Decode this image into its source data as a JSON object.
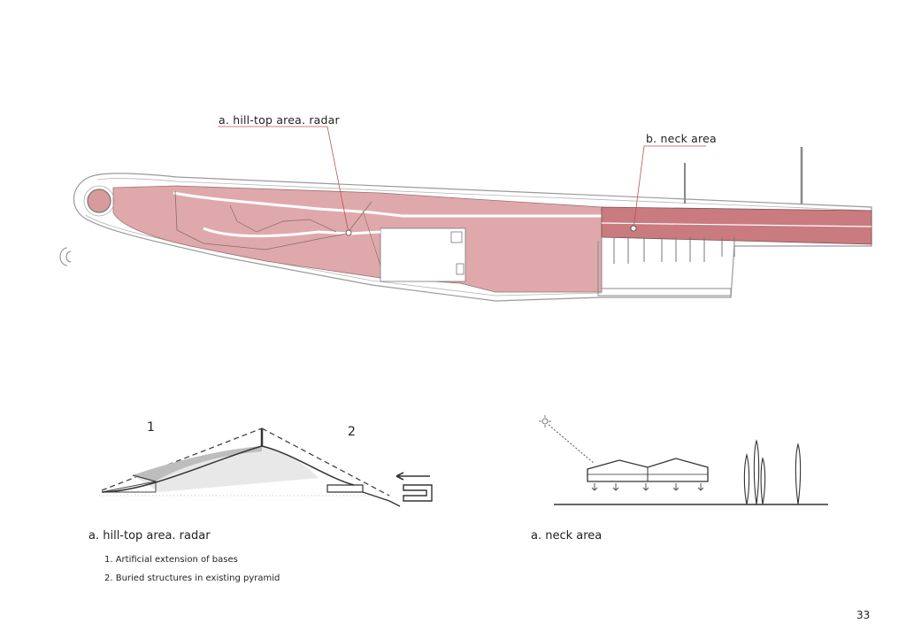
{
  "plan": {
    "callout_a": "a. hill-top area. radar",
    "callout_b": "b. neck area"
  },
  "section_a": {
    "label_1": "1",
    "label_2": "2",
    "caption": "a. hill-top area. radar",
    "notes": [
      "1. Artificial extension of bases",
      "2. Buried structures in existing pyramid"
    ]
  },
  "section_b": {
    "caption": "a. neck area"
  },
  "page_number": "33",
  "colors": {
    "highlight_fill": "#d99a9c",
    "highlight_dark": "#c97b7f",
    "leader_line": "#c0504d",
    "linework": "#555555"
  }
}
